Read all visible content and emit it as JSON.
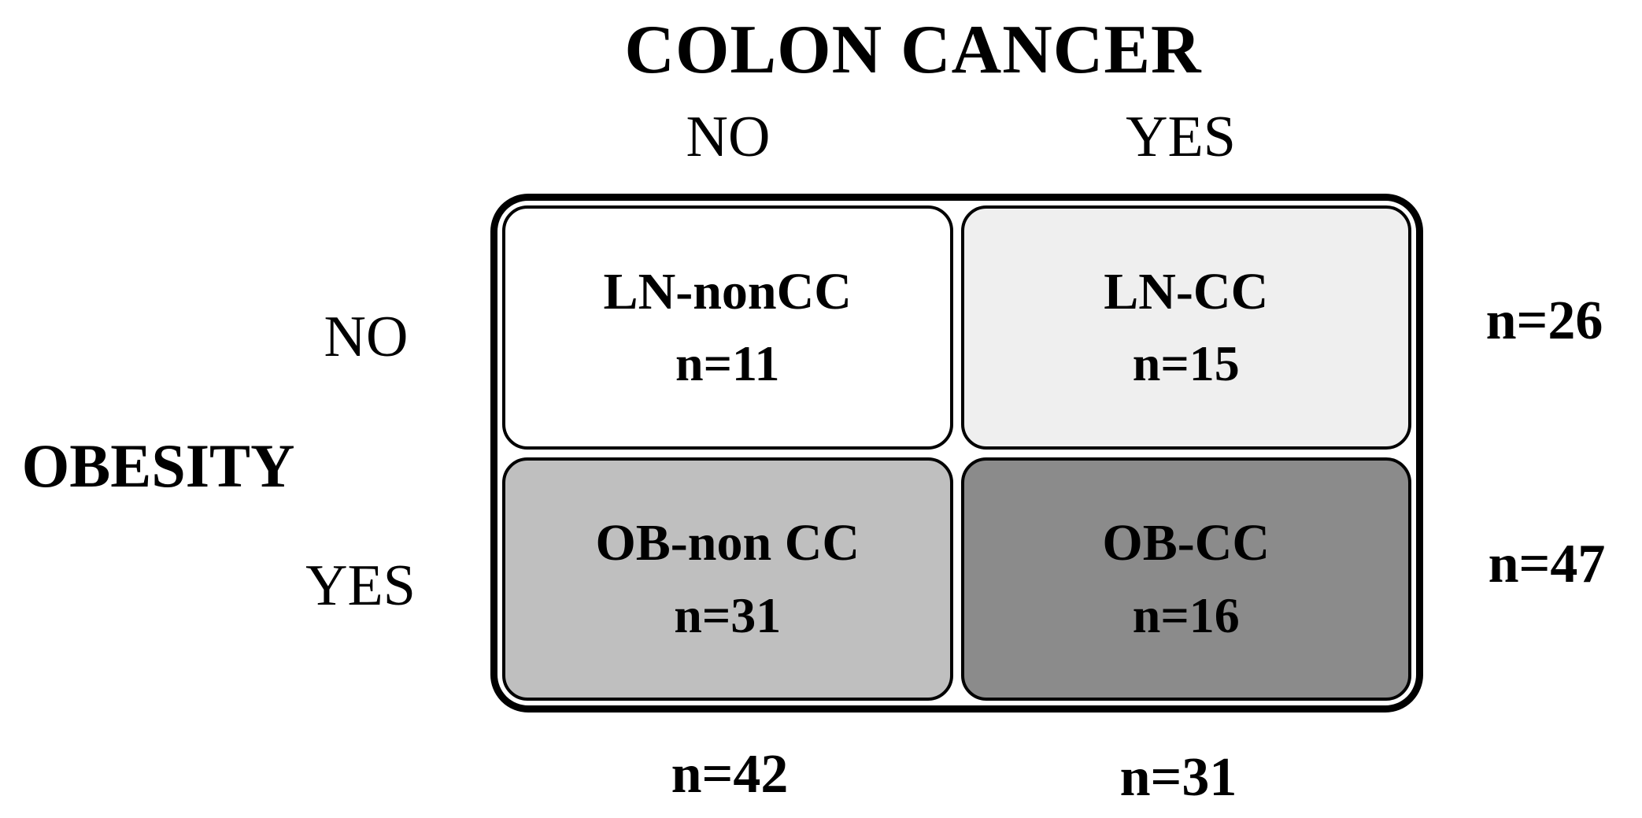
{
  "columns": {
    "axis_title": "COLON CANCER",
    "labels": [
      "NO",
      "YES"
    ],
    "totals": [
      "n=42",
      "n=31"
    ]
  },
  "rows": {
    "axis_title": "OBESITY",
    "labels": [
      "NO",
      "YES"
    ],
    "totals": [
      "n=26",
      "n=47"
    ]
  },
  "cells": [
    {
      "group": "LN-nonCC",
      "count": "n=11",
      "bg": "#ffffff"
    },
    {
      "group": "LN-CC",
      "count": "n=15",
      "bg": "#efefef"
    },
    {
      "group": "OB-non CC",
      "count": "n=31",
      "bg": "#bfbfbf"
    },
    {
      "group": "OB-CC",
      "count": "n=16",
      "bg": "#8b8b8b"
    }
  ],
  "colors": {
    "border": "#000000",
    "text": "#000000",
    "background": "#ffffff"
  },
  "chart_data": {
    "type": "table",
    "title": "COLON CANCER",
    "row_axis": "OBESITY",
    "row_categories": [
      "NO",
      "YES"
    ],
    "col_categories": [
      "NO",
      "YES"
    ],
    "values": [
      [
        11,
        15
      ],
      [
        31,
        16
      ]
    ],
    "group_names": [
      [
        "LN-nonCC",
        "LN-CC"
      ],
      [
        "OB-non CC",
        "OB-CC"
      ]
    ],
    "row_totals": [
      26,
      47
    ],
    "col_totals": [
      42,
      31
    ]
  }
}
